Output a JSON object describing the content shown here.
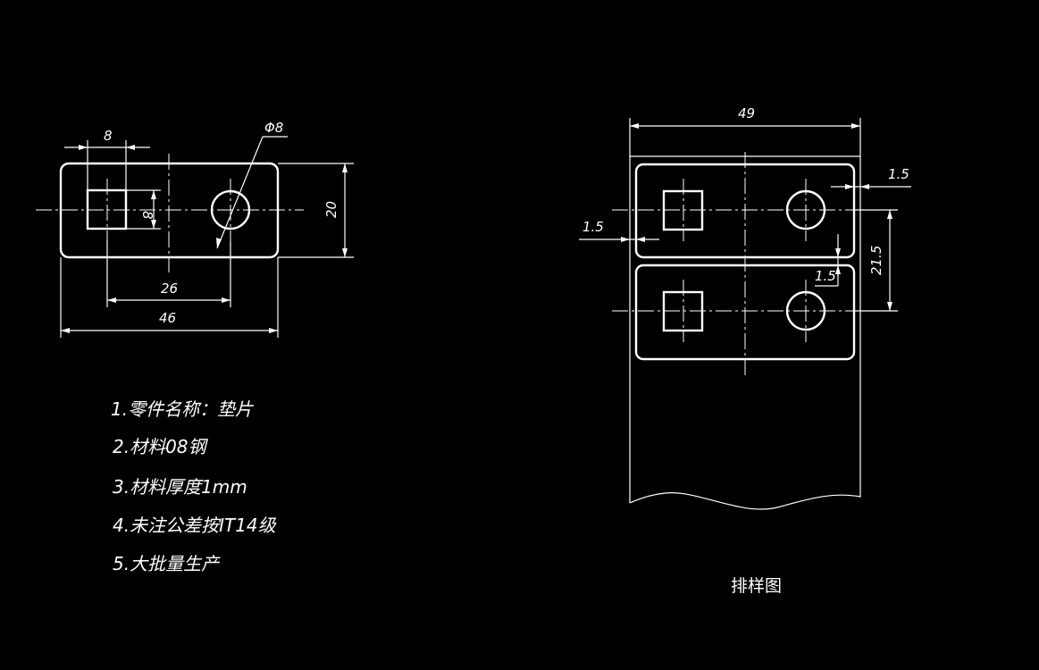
{
  "part_view": {
    "dimensions": {
      "hole_square_width": "8",
      "hole_square_height": "8",
      "hole_diameter": "Φ8",
      "height": "20",
      "hole_spacing": "26",
      "overall_length": "46"
    }
  },
  "layout_view": {
    "dimensions": {
      "strip_width": "49",
      "edge_margin_right": "1.5",
      "edge_margin_left": "1.5",
      "pitch": "21.5",
      "gap_between_parts": "1.5"
    },
    "caption": "排样图"
  },
  "notes": [
    "1.零件名称：垫片",
    "2.材料08钢",
    "3.材料厚度1mm",
    "4.未注公差按IT14级",
    "5.大批量生产"
  ],
  "colors": {
    "background": "#000000",
    "lines": "#ffffff"
  }
}
